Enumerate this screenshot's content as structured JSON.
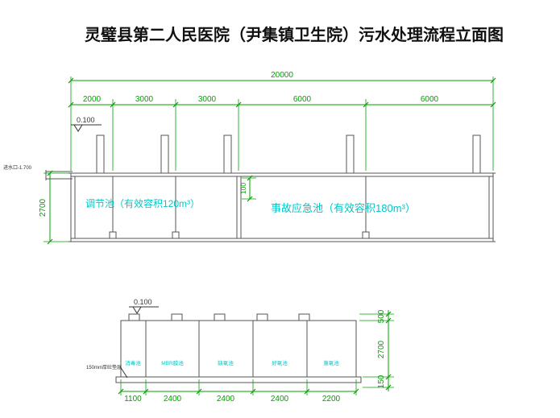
{
  "title": "灵璧县第二人民医院（尹集镇卫生院）污水处理流程立面图",
  "colors": {
    "dimension_green": "#00a000",
    "label_cyan": "#00c8c8",
    "structure_gray": "#565656",
    "text_dark": "#333333"
  },
  "upper": {
    "total_dim": "20000",
    "segments": [
      "2000",
      "3000",
      "3000",
      "6000",
      "6000"
    ],
    "elevation": "0.100",
    "inlet": "进水口-1.700",
    "left_height": "2700",
    "gap_dim": "100",
    "tank1_label": "调节池（有效容积120m³）",
    "tank2_label": "事故应急池（有效容积180m³）"
  },
  "lower": {
    "elevation": "0.100",
    "base_note": "150mm厚砼垫层",
    "compartments": [
      "消毒池",
      "MBR膜池",
      "缺氧池",
      "好氧池",
      "兼氧池"
    ],
    "bottom_dims": [
      "1100",
      "2400",
      "2400",
      "2400",
      "2200"
    ],
    "right_dims": [
      "500",
      "2700",
      "150"
    ]
  }
}
